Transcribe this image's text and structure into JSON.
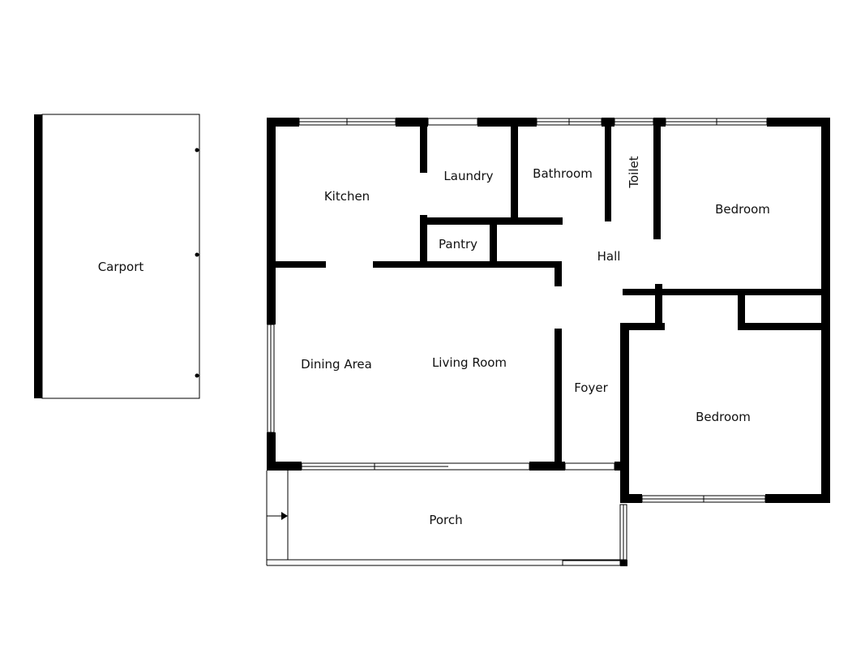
{
  "rooms": {
    "carport": "Carport",
    "kitchen": "Kitchen",
    "laundry": "Laundry",
    "bathroom": "Bathroom",
    "toilet": "Toilet",
    "bedroom_main": "Bedroom",
    "pantry": "Pantry",
    "hall": "Hall",
    "dining": "Dining Area",
    "living": "Living Room",
    "foyer": "Foyer",
    "bedroom_second": "Bedroom",
    "porch": "Porch"
  },
  "colors": {
    "wall": "#000000",
    "background": "#ffffff",
    "text": "#111111"
  }
}
